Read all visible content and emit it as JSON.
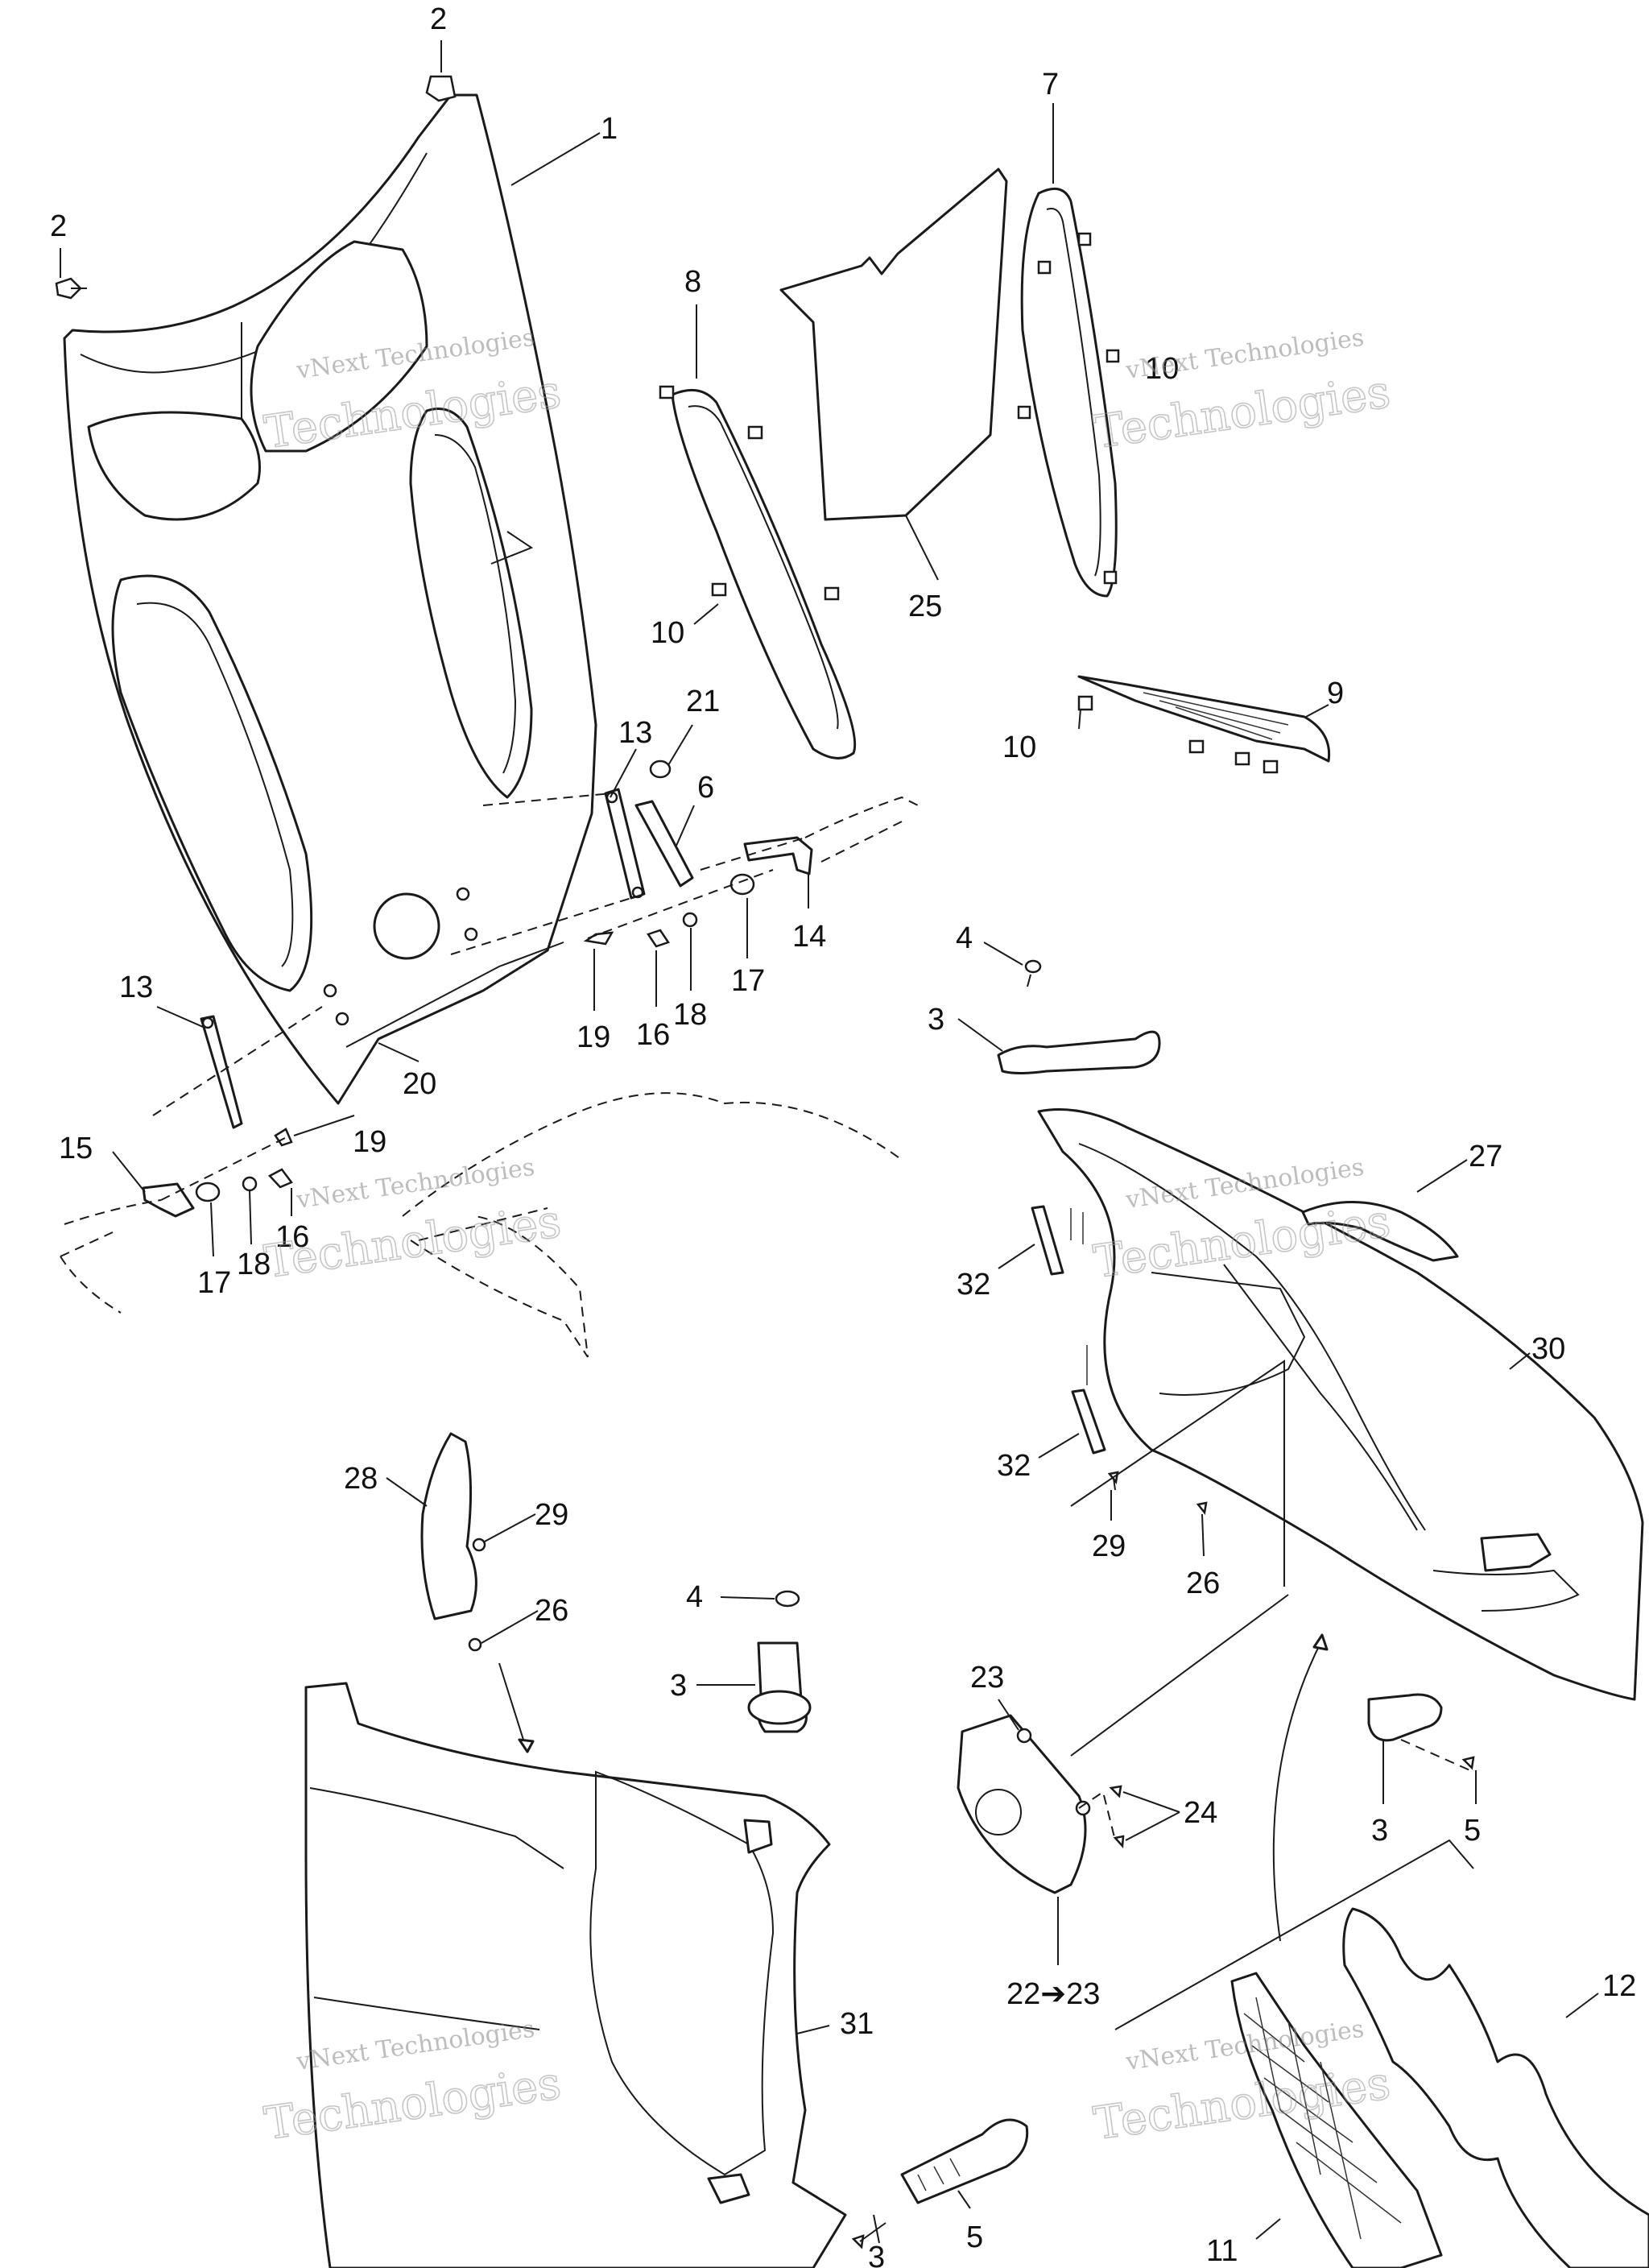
{
  "watermarks": [
    {
      "small": "vNext Technologies",
      "big": "Technologies"
    },
    {
      "small": "vNext Technologies",
      "big": "Technologies"
    },
    {
      "small": "vNext Technologies",
      "big": "Technologies"
    },
    {
      "small": "vNext Technologies",
      "big": "Technologies"
    },
    {
      "small": "vNext Technologies",
      "big": "Technologies"
    }
  ],
  "callouts": [
    {
      "text": "1"
    },
    {
      "text": "2"
    },
    {
      "text": "2"
    },
    {
      "text": "7"
    },
    {
      "text": "8"
    },
    {
      "text": "10"
    },
    {
      "text": "10"
    },
    {
      "text": "25"
    },
    {
      "text": "9"
    },
    {
      "text": "10"
    },
    {
      "text": "13"
    },
    {
      "text": "21"
    },
    {
      "text": "6"
    },
    {
      "text": "14"
    },
    {
      "text": "17"
    },
    {
      "text": "19"
    },
    {
      "text": "16"
    },
    {
      "text": "18"
    },
    {
      "text": "13"
    },
    {
      "text": "20"
    },
    {
      "text": "15"
    },
    {
      "text": "19"
    },
    {
      "text": "17"
    },
    {
      "text": "18"
    },
    {
      "text": "16"
    },
    {
      "text": "4"
    },
    {
      "text": "3"
    },
    {
      "text": "27"
    },
    {
      "text": "32"
    },
    {
      "text": "30"
    },
    {
      "text": "32"
    },
    {
      "text": "29"
    },
    {
      "text": "26"
    },
    {
      "text": "28"
    },
    {
      "text": "29"
    },
    {
      "text": "26"
    },
    {
      "text": "4"
    },
    {
      "text": "3"
    },
    {
      "text": "23"
    },
    {
      "text": "24"
    },
    {
      "text": "3"
    },
    {
      "text": "5"
    },
    {
      "text": "22➔23"
    },
    {
      "text": "12"
    },
    {
      "text": "31"
    },
    {
      "text": "5"
    },
    {
      "text": "3"
    },
    {
      "text": "11"
    }
  ]
}
